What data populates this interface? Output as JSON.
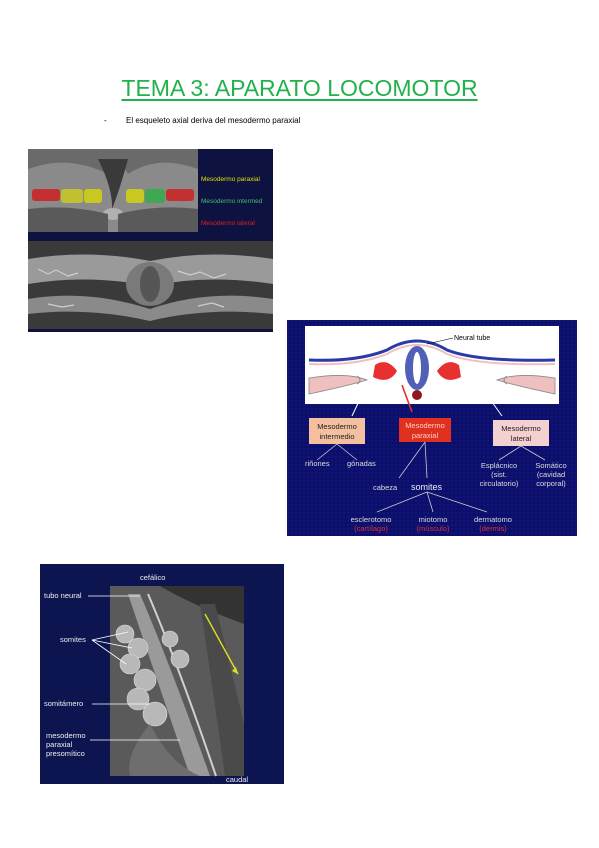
{
  "title": "TEMA 3: APARATO LOCOMOTOR",
  "bullet": {
    "marker": "-",
    "text": "El esqueleto axial deriva del mesodermo paraxial"
  },
  "figure1": {
    "legend": [
      "Mesodermo paraxial",
      "Mesodermo intermed",
      "Mesodermo lateral"
    ],
    "legend_colors": [
      "#e0e000",
      "#40c070",
      "#e02020"
    ]
  },
  "figure2": {
    "neural_tube": "Neural tube",
    "box_intermedio": [
      "Mesodermo",
      "intermedio"
    ],
    "box_paraxial": [
      "Mesodermo",
      "paraxial"
    ],
    "box_lateral": [
      "Mesodermo",
      "lateral"
    ],
    "rinones": "riñones",
    "gonadas": "gónadas",
    "esplacnico": [
      "Esplácnico",
      "(sist.",
      "circulatorio)"
    ],
    "somatico": [
      "Somático",
      "(cavidad",
      "corporal)"
    ],
    "cabeza": "cabeza",
    "somites": "somites",
    "esclerotomo": "esclerotomo",
    "cartilago": "(cartílago)",
    "miotomo": "miotomo",
    "musculo": "(músculo)",
    "dermatomo": "dermatomo",
    "dermis": "(dermis)"
  },
  "figure3": {
    "cefalico": "cefálico",
    "tubo_neural": "tubo neural",
    "somites": "somites",
    "somitamero": "somitámero",
    "presomitico": [
      "mesodermo",
      "paraxial",
      "presomítico"
    ],
    "caudal": "caudal"
  }
}
